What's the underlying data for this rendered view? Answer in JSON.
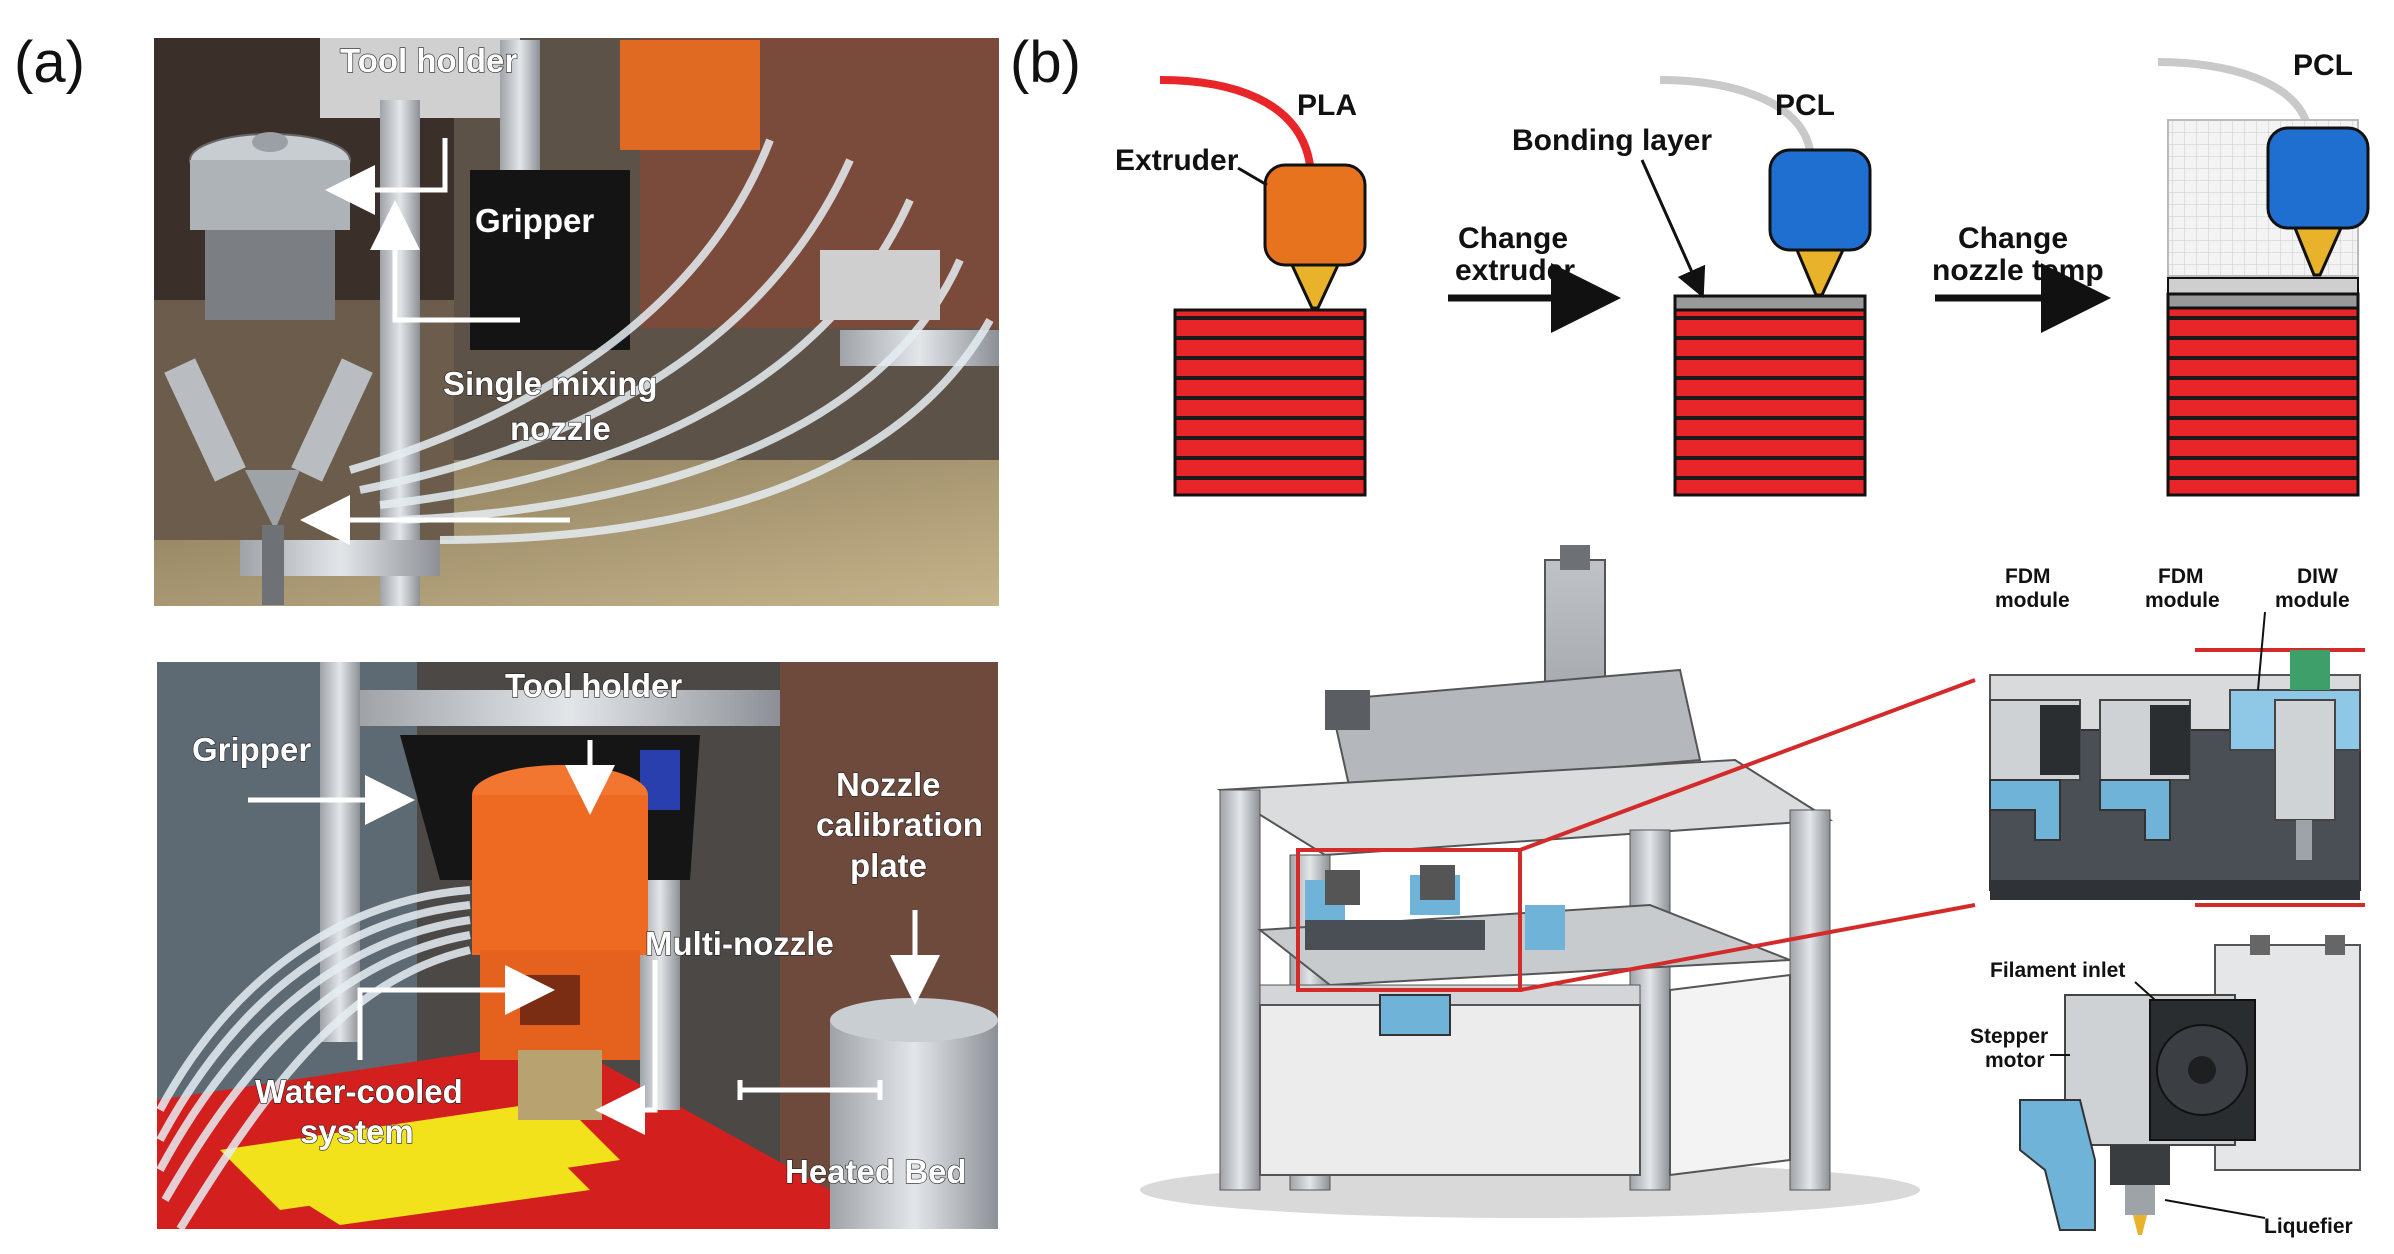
{
  "panel_a": {
    "letter": "(a)",
    "top_photo": {
      "tool_holder": "Tool holder",
      "gripper": "Gripper",
      "mixing_nozzle_line1": "Single mixing",
      "mixing_nozzle_line2": "nozzle"
    },
    "bottom_photo": {
      "tool_holder": "Tool holder",
      "gripper": "Gripper",
      "calibration_line1": "Nozzle",
      "calibration_line2": "calibration",
      "calibration_line3": "plate",
      "multi_nozzle": "Multi-nozzle",
      "water_cooled_line1": "Water-cooled",
      "water_cooled_line2": "system",
      "heated_bed": "Heated Bed"
    }
  },
  "panel_b": {
    "letter": "(b)",
    "process": {
      "extruder": "Extruder",
      "pla": "PLA",
      "change_extruder_line1": "Change",
      "change_extruder_line2": "extruder",
      "bonding_layer": "Bonding layer",
      "pcl_1": "PCL",
      "change_temp_line1": "Change",
      "change_temp_line2": "nozzle temp",
      "pcl_2": "PCL"
    },
    "machine": {
      "fdm_module_1_line1": "FDM",
      "fdm_module_1_line2": "module",
      "fdm_module_2_line1": "FDM",
      "fdm_module_2_line2": "module",
      "diw_module_line1": "DIW",
      "diw_module_line2": "module",
      "filament_inlet": "Filament inlet",
      "stepper_line1": "Stepper",
      "stepper_line2": "motor",
      "liquefier": "Liquefier"
    }
  },
  "colors": {
    "pla_red": "#e8262a",
    "extruder_orange": "#e8731f",
    "pcl_blue": "#1f6fd0",
    "nozzle_gold": "#e8b22a",
    "module_blue": "#6fb3d8",
    "callout_red": "#d42a2a"
  }
}
